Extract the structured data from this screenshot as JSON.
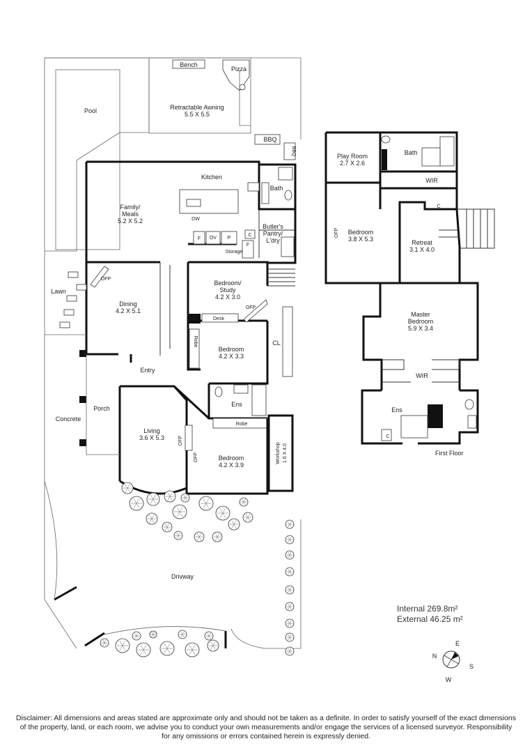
{
  "rooms": {
    "pool": "Pool",
    "awning": "Retractable Awning",
    "awning_dim": "5.5 X 5.5",
    "bench": "Bench",
    "pizza": "Pizza",
    "bbq1": "BBQ",
    "bbq2": "BBQ",
    "kitchen": "Kitchen",
    "bath_ground": "Bath",
    "family": "Family/",
    "meals": "Meals",
    "family_dim": "5.2 X 5.2",
    "dw": "DW",
    "butlers": "Butler's",
    "pantry": "Pantry/",
    "ldry": "L'dry",
    "f1": "F",
    "ov": "OV",
    "p": "P",
    "c1": "C",
    "f2": "F",
    "storage": "Storage",
    "lawn": "Lawn",
    "ofp1": "OFP",
    "dining": "Dining",
    "dining_dim": "4.2 X 5.1",
    "bedroom_study": "Bedroom/",
    "study": "Study",
    "study_dim": "4.2 X 3.0",
    "ofp2": "OFP",
    "desk": "Desk",
    "robe1": "Robe",
    "bedroom2": "Bedroom",
    "bedroom2_dim": "4.2 X 3.3",
    "cl": "CL",
    "entry": "Entry",
    "ens_ground": "Ens",
    "robe2": "Robe",
    "concrete": "Concrete",
    "porch": "Porch",
    "living": "Living",
    "living_dim": "3.6 X 5.3",
    "ofp3": "OFP",
    "ofp4": "OFP",
    "bedroom3": "Bedroom",
    "bedroom3_dim": "4.2 X 3.9",
    "workshop": "Workshop",
    "workshop_dim": "1.6 X 4.0",
    "driveway": "Drivway",
    "play_room": "Play Room",
    "play_dim": "2.7 X 2.6",
    "bath_first": "Bath",
    "wir1": "WIR",
    "c2": "C",
    "ofp5": "OFP",
    "bedroom4": "Bedroom",
    "bedroom4_dim": "3.8 X 5.3",
    "retreat": "Retreat",
    "retreat_dim": "3.1 X 4.0",
    "master": "Master",
    "master2": "Bedroom",
    "master_dim": "5.9 X 3.4",
    "wir2": "WIR",
    "ens_first": "Ens",
    "c3": "C"
  },
  "floor_label": "First Floor",
  "area": {
    "internal": "Internal 269.8m²",
    "external": "External 46.25 m²"
  },
  "compass": {
    "n": "N",
    "e": "E",
    "s": "S",
    "w": "W"
  },
  "disclaimer": "Disclaimer: All dimensions and areas stated are approximate only and should not be taken as a definite. In order to satisfy yourself of the exact dimensions of the property, land, or each room, we advise you to conduct your own measurements and/or engage the services of a licensed surveyor. Responsibility for any omissions or errors contained herein is expressly denied."
}
